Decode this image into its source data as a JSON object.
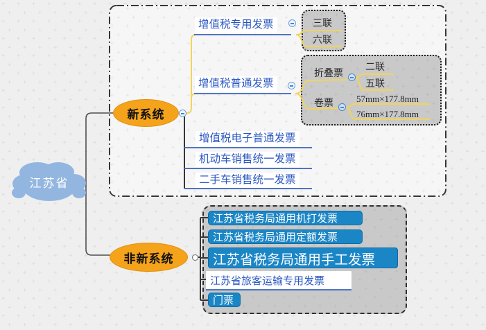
{
  "map": {
    "root": {
      "label": "江苏省"
    },
    "new_system": {
      "label": "新系统",
      "topics": {
        "special": {
          "label": "增值税专用发票",
          "children": {
            "three": "三联",
            "six": "六联"
          }
        },
        "ordinary": {
          "label": "增值税普通发票",
          "folded": {
            "label": "折叠票",
            "two": "二联",
            "five": "五联"
          },
          "roll": {
            "label": "卷票",
            "size57": "57mm×177.8mm",
            "size76": "76mm×177.8mm"
          }
        },
        "electronic": {
          "label": "增值税电子普通发票"
        },
        "motor": {
          "label": "机动车销售统一发票"
        },
        "used_car": {
          "label": "二手车销售统一发票"
        }
      }
    },
    "old_system": {
      "label": "非新系统",
      "topics": {
        "machine_printed": {
          "label": "江苏省税务局通用机打发票"
        },
        "quota": {
          "label": "江苏省税务局通用定额发票"
        },
        "manual": {
          "label": "江苏省税务局通用手工发票"
        },
        "passenger": {
          "label": "江苏省旅客运输专用发票"
        },
        "admission": {
          "label": "门票"
        }
      }
    }
  },
  "icons": {
    "collapse_minus_icon": "minus-in-circle",
    "expand_handle_icon": "empty-circle"
  },
  "colors": {
    "canvas_bg": "#efefef",
    "pattern_plus": "#dcdcdc",
    "branch_ellipse": "#f6a31c",
    "root_cloud": "#92b6e0",
    "topic_text_blue": "#2a57c0",
    "topic_underline_blue": "#4f74c2",
    "connector_yellow": "#f2d45a",
    "connector_dark": "#363636",
    "sub_box_gray": "#c9c9c9",
    "leaf_box_blue": "#1b86c6"
  }
}
